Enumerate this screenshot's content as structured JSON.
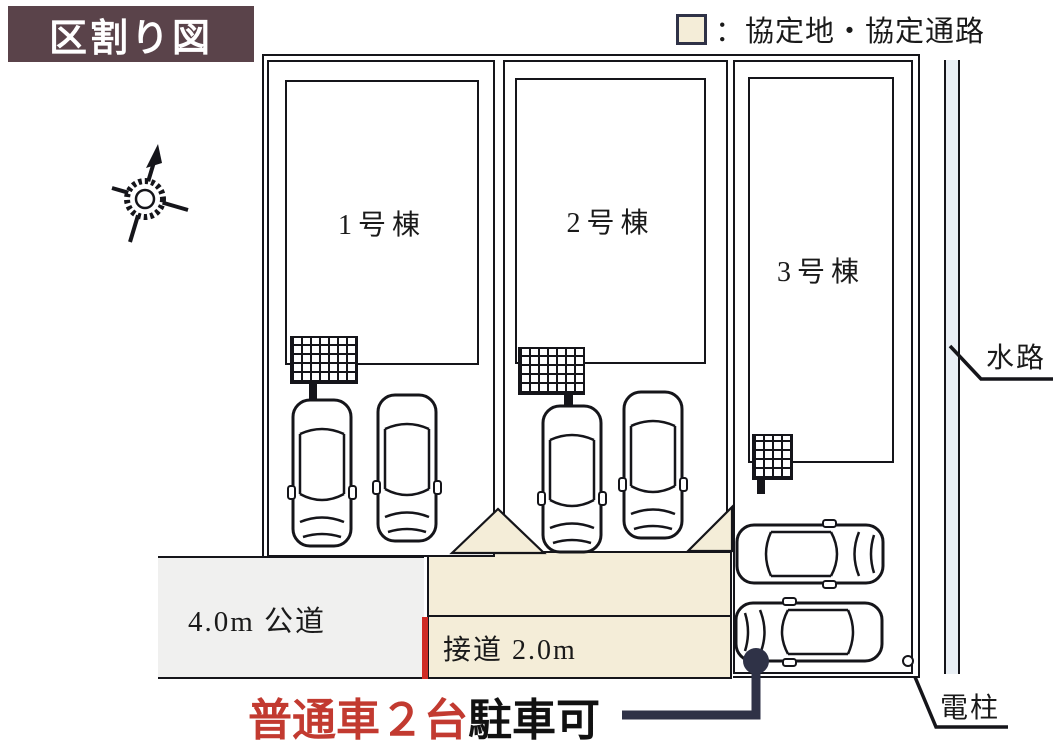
{
  "title": "区割り図",
  "legend": {
    "label": "：協定地・協定通路",
    "swatch_color": "#f4edd8"
  },
  "plots": [
    {
      "building_label": "1号棟"
    },
    {
      "building_label": "2号棟"
    },
    {
      "building_label": "3号棟"
    }
  ],
  "roads": {
    "public_road_label": "4.0m 公道",
    "frontage_label": "接道 2.0m"
  },
  "annotations": {
    "parking_red": "普通車２台",
    "parking_black": "駐車可",
    "waterway": "水路",
    "utility_pole": "電柱"
  },
  "colors": {
    "title_bg": "#5a434a",
    "beige": "#f4edd8",
    "navy": "#2f3247",
    "red_line": "#cf2b24",
    "red_text": "#c23a30",
    "road_gray": "#f0f0ef",
    "water_blue": "#e9eff5",
    "line": "#15151a"
  }
}
